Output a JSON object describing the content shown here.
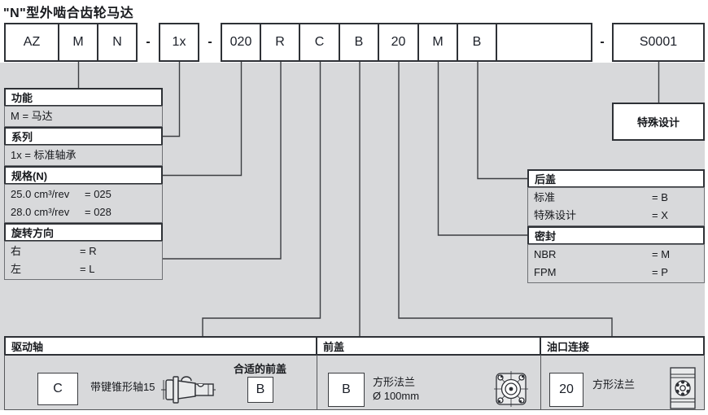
{
  "title": "\"N\"型外啮合齿轮马达",
  "code": {
    "az": "AZ",
    "function": "M",
    "type": "N",
    "sep1": "-",
    "series": "1x",
    "sep2": "-",
    "size": "020",
    "rotation": "R",
    "shaft": "C",
    "front_cover": "B",
    "port": "20",
    "seal": "M",
    "rear_cover": "B",
    "blank": "",
    "sep3": "-",
    "special": "S0001"
  },
  "panels": {
    "function": {
      "header": "功能",
      "rows": [
        {
          "label": "M = 马达",
          "value": ""
        }
      ]
    },
    "series": {
      "header": "系列",
      "rows": [
        {
          "label": "1x = 标准轴承",
          "value": ""
        }
      ]
    },
    "size": {
      "header": "规格(N)",
      "rows": [
        {
          "label": "25.0 cm³/rev",
          "value": "= 025"
        },
        {
          "label": "28.0 cm³/rev",
          "value": "= 028"
        }
      ]
    },
    "rotation": {
      "header": "旋转方向",
      "rows": [
        {
          "label": "右",
          "value": "= R"
        },
        {
          "label": "左",
          "value": "= L"
        }
      ]
    },
    "rear_cover": {
      "header": "后盖",
      "rows": [
        {
          "label": "标准",
          "value": "= B"
        },
        {
          "label": "特殊设计",
          "value": "= X"
        }
      ]
    },
    "seal": {
      "header": "密封",
      "rows": [
        {
          "label": "NBR",
          "value": "= M"
        },
        {
          "label": "FPM",
          "value": "= P"
        }
      ]
    },
    "special_design": {
      "label": "特殊设计"
    }
  },
  "bottom": {
    "drive_shaft": {
      "header": "驱动轴",
      "code": "C",
      "desc": "带键锥形轴15",
      "suitable_label": "合适的前盖",
      "suitable_code": "B"
    },
    "front_cover": {
      "header": "前盖",
      "code": "B",
      "desc_line1": "方形法兰",
      "desc_line2": "Ø 100mm"
    },
    "port": {
      "header": "油口连接",
      "code": "20",
      "desc": "方形法兰"
    }
  },
  "icons": {
    "shaft": "shaft-icon",
    "front_flange": "square-flange-icon",
    "port_flange": "port-flange-icon"
  },
  "colors": {
    "background_gray": "#d8d9db",
    "box_border": "#2e3136",
    "connector_line": "#3c3e42",
    "text": "#17191d"
  }
}
